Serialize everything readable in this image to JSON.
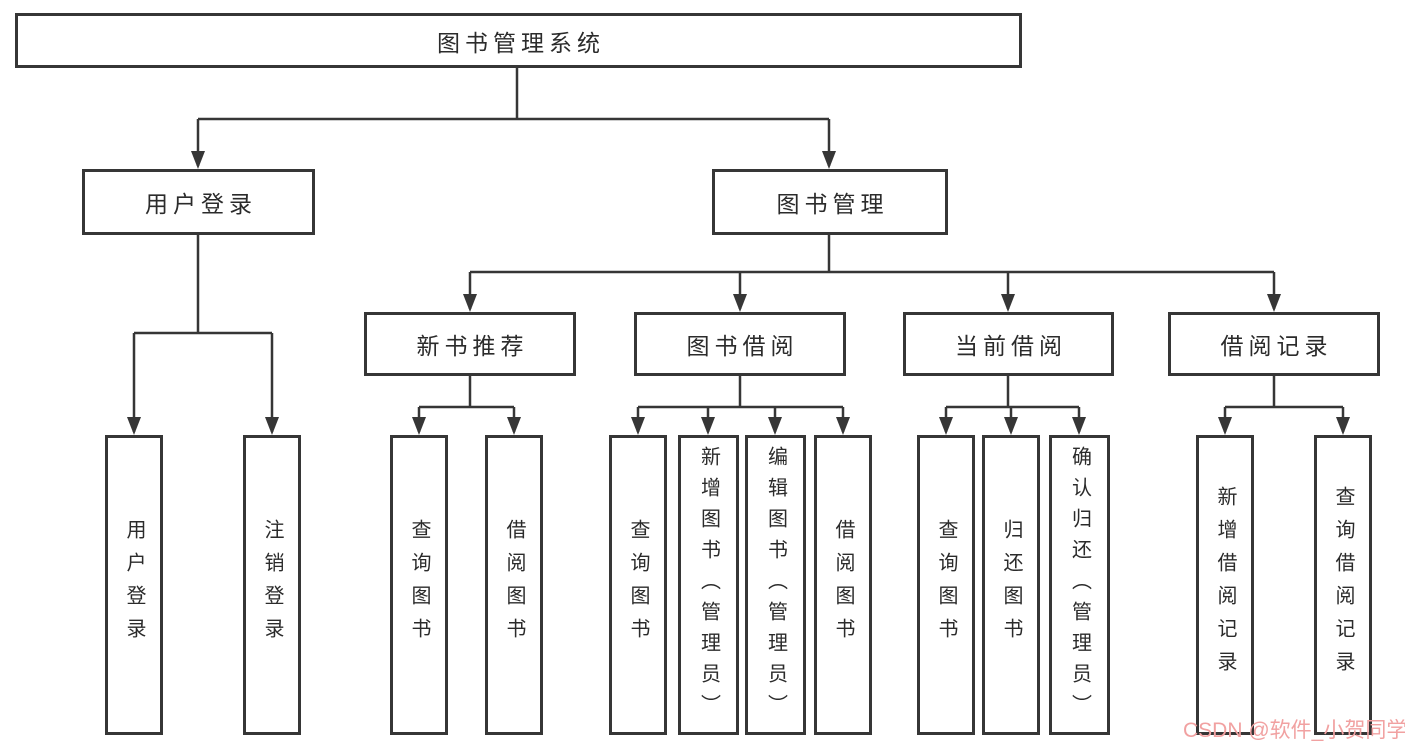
{
  "title": "图书管理系统",
  "watermark": "CSDN @软件_小贺同学",
  "colors": {
    "line": "#363636",
    "text": "#2b2b2b",
    "box_background": "#ffffff",
    "watermark": "#f1a1a1"
  },
  "tree": {
    "label": "图书管理系统",
    "children": [
      {
        "label": "用户登录",
        "children": [
          {
            "label": "用户登录"
          },
          {
            "label": "注销登录"
          }
        ]
      },
      {
        "label": "图书管理",
        "children": [
          {
            "label": "新书推荐",
            "children": [
              {
                "label": "查询图书"
              },
              {
                "label": "借阅图书"
              }
            ]
          },
          {
            "label": "图书借阅",
            "children": [
              {
                "label": "查询图书"
              },
              {
                "label": "新增图书（管理员）"
              },
              {
                "label": "编辑图书（管理员）"
              },
              {
                "label": "借阅图书"
              }
            ]
          },
          {
            "label": "当前借阅",
            "children": [
              {
                "label": "查询图书"
              },
              {
                "label": "归还图书"
              },
              {
                "label": "确认归还（管理员）"
              }
            ]
          },
          {
            "label": "借阅记录",
            "children": [
              {
                "label": "新增借阅记录"
              },
              {
                "label": "查询借阅记录"
              }
            ]
          }
        ]
      }
    ]
  }
}
